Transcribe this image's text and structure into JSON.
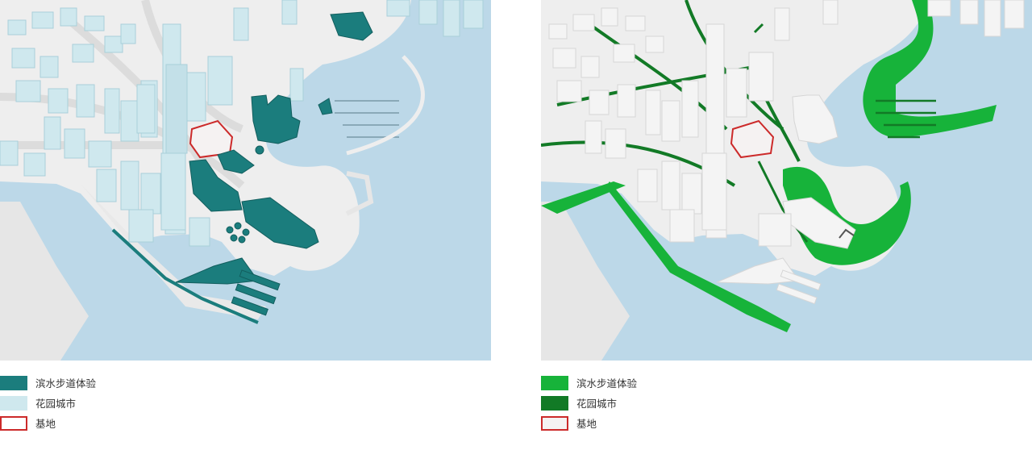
{
  "colors": {
    "water": "#bcd8e8",
    "land": "#eeeeee",
    "road": "#dcdcdc",
    "building": "#f4f4f4",
    "building_shade": "#d6d6d6",
    "left_garden_city": "#cfe8ee",
    "left_garden_city_shade": "#a9cfd9",
    "left_waterfront": "#1b7d7d",
    "left_waterfront_shade": "#125e5e",
    "right_waterfront": "#17b33a",
    "right_garden_city": "#127a26",
    "site_border": "#cc2a2a",
    "site_fill": "#f5f2f2"
  },
  "left_legend": [
    {
      "label": "滨水步道体验",
      "swatch": "#1b7d7d",
      "border": "#1b7d7d"
    },
    {
      "label": "花园城市",
      "swatch": "#cfe8ee",
      "border": "#cfe8ee"
    },
    {
      "label": "基地",
      "swatch": "#ffffff",
      "border": "#cc2a2a"
    }
  ],
  "right_legend": [
    {
      "label": "滨水步道体验",
      "swatch": "#17b33a",
      "border": "#17b33a"
    },
    {
      "label": "花园城市",
      "swatch": "#127a26",
      "border": "#127a26"
    },
    {
      "label": "基地",
      "swatch": "#f5f2f2",
      "border": "#cc2a2a"
    }
  ]
}
